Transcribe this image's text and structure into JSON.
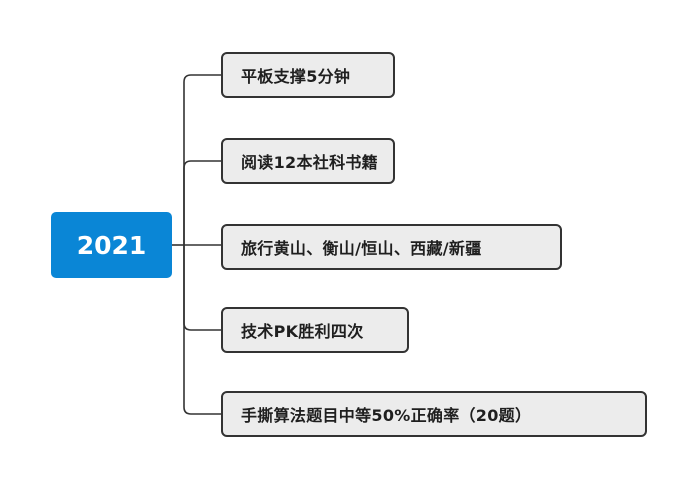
{
  "root": {
    "label": "2021"
  },
  "branches": [
    {
      "label": "平板支撑5分钟"
    },
    {
      "label": "阅读12本社科书籍"
    },
    {
      "label": "旅行黄山、衡山/恒山、西藏/新疆"
    },
    {
      "label": "技术PK胜利四次"
    },
    {
      "label": "手撕算法题目中等50%正确率（20题）"
    }
  ],
  "colors": {
    "root_fill": "#0a86d6",
    "root_text": "#ffffff",
    "node_fill": "#ececec",
    "node_border": "#333333",
    "connector": "#333333"
  }
}
